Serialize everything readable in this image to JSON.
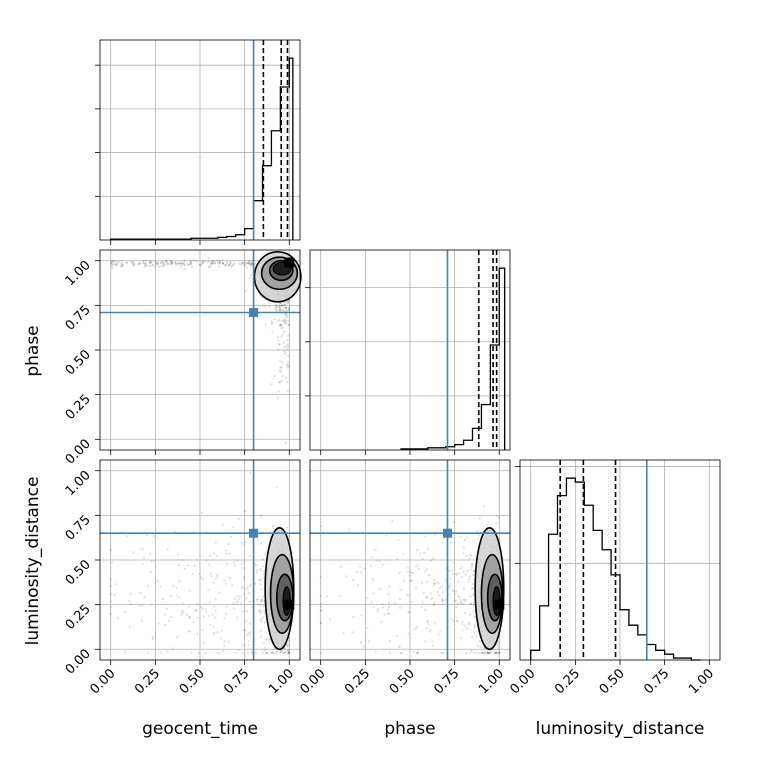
{
  "chart_data": {
    "type": "corner",
    "parameters": [
      "geocent_time",
      "phase",
      "luminosity_distance"
    ],
    "truths": [
      0.8,
      0.71,
      0.65
    ],
    "colors": {
      "truth": "#4682b4",
      "hist": "#000000",
      "grid": "#b0b0b0",
      "scatter": "#000000"
    },
    "ticks": [
      "0.00",
      "0.25",
      "0.50",
      "0.75",
      "1.00"
    ],
    "ranges": {
      "geocent_time": [
        -0.06,
        1.06
      ],
      "phase": [
        -0.06,
        1.06
      ],
      "luminosity_distance": [
        -0.06,
        1.06
      ]
    },
    "grid": true,
    "histograms": [
      {
        "parameter": "geocent_time",
        "bin_edges": [
          0.0,
          0.05,
          0.1,
          0.15,
          0.2,
          0.25,
          0.3,
          0.35,
          0.4,
          0.45,
          0.5,
          0.55,
          0.6,
          0.65,
          0.7,
          0.75,
          0.8,
          0.85,
          0.9,
          0.95,
          1.0,
          1.02
        ],
        "counts": [
          1,
          1,
          1,
          1,
          1,
          1,
          1,
          1,
          1,
          2,
          2,
          2,
          3,
          4,
          6,
          13,
          45,
          85,
          125,
          175,
          208
        ],
        "quantiles": [
          0.855,
          0.955,
          0.99
        ]
      },
      {
        "parameter": "phase",
        "bin_edges": [
          0.45,
          0.5,
          0.55,
          0.6,
          0.65,
          0.7,
          0.75,
          0.8,
          0.85,
          0.9,
          0.95,
          1.0,
          1.03
        ],
        "counts": [
          1,
          1,
          1,
          2,
          2,
          3,
          5,
          9,
          20,
          42,
          97,
          168
        ],
        "quantiles": [
          0.885,
          0.965,
          0.985
        ]
      },
      {
        "parameter": "luminosity_distance",
        "bin_edges": [
          0.0,
          0.05,
          0.1,
          0.15,
          0.2,
          0.25,
          0.3,
          0.35,
          0.4,
          0.45,
          0.5,
          0.55,
          0.6,
          0.65,
          0.7,
          0.75,
          0.8,
          0.85,
          0.9,
          0.95
        ],
        "counts": [
          5,
          28,
          65,
          85,
          94,
          92,
          80,
          67,
          57,
          44,
          26,
          18,
          13,
          8,
          5,
          3,
          1,
          1,
          0
        ],
        "quantiles": [
          0.165,
          0.295,
          0.475
        ]
      }
    ],
    "pairs": [
      {
        "x": "geocent_time",
        "y": "phase",
        "mode": [
          1.0,
          0.99
        ],
        "contours": [
          {
            "cx": 0.96,
            "cy": 0.955,
            "rx": 0.05,
            "ry": 0.035
          },
          {
            "cx": 0.955,
            "cy": 0.945,
            "rx": 0.065,
            "ry": 0.055
          },
          {
            "cx": 0.945,
            "cy": 0.93,
            "rx": 0.1,
            "ry": 0.09
          },
          {
            "cx": 0.935,
            "cy": 0.91,
            "rx": 0.13,
            "ry": 0.14
          }
        ]
      },
      {
        "x": "geocent_time",
        "y": "luminosity_distance",
        "mode": [
          1.0,
          0.25
        ],
        "contours": [
          {
            "cx": 0.985,
            "cy": 0.27,
            "rx": 0.02,
            "ry": 0.08
          },
          {
            "cx": 0.975,
            "cy": 0.29,
            "rx": 0.045,
            "ry": 0.13
          },
          {
            "cx": 0.96,
            "cy": 0.31,
            "rx": 0.065,
            "ry": 0.22
          },
          {
            "cx": 0.945,
            "cy": 0.34,
            "rx": 0.08,
            "ry": 0.34
          }
        ]
      },
      {
        "x": "phase",
        "y": "luminosity_distance",
        "mode": [
          1.0,
          0.25
        ],
        "contours": [
          {
            "cx": 0.985,
            "cy": 0.27,
            "rx": 0.02,
            "ry": 0.08
          },
          {
            "cx": 0.975,
            "cy": 0.29,
            "rx": 0.04,
            "ry": 0.13
          },
          {
            "cx": 0.96,
            "cy": 0.31,
            "rx": 0.06,
            "ry": 0.22
          },
          {
            "cx": 0.945,
            "cy": 0.34,
            "rx": 0.08,
            "ry": 0.34
          }
        ]
      }
    ]
  }
}
